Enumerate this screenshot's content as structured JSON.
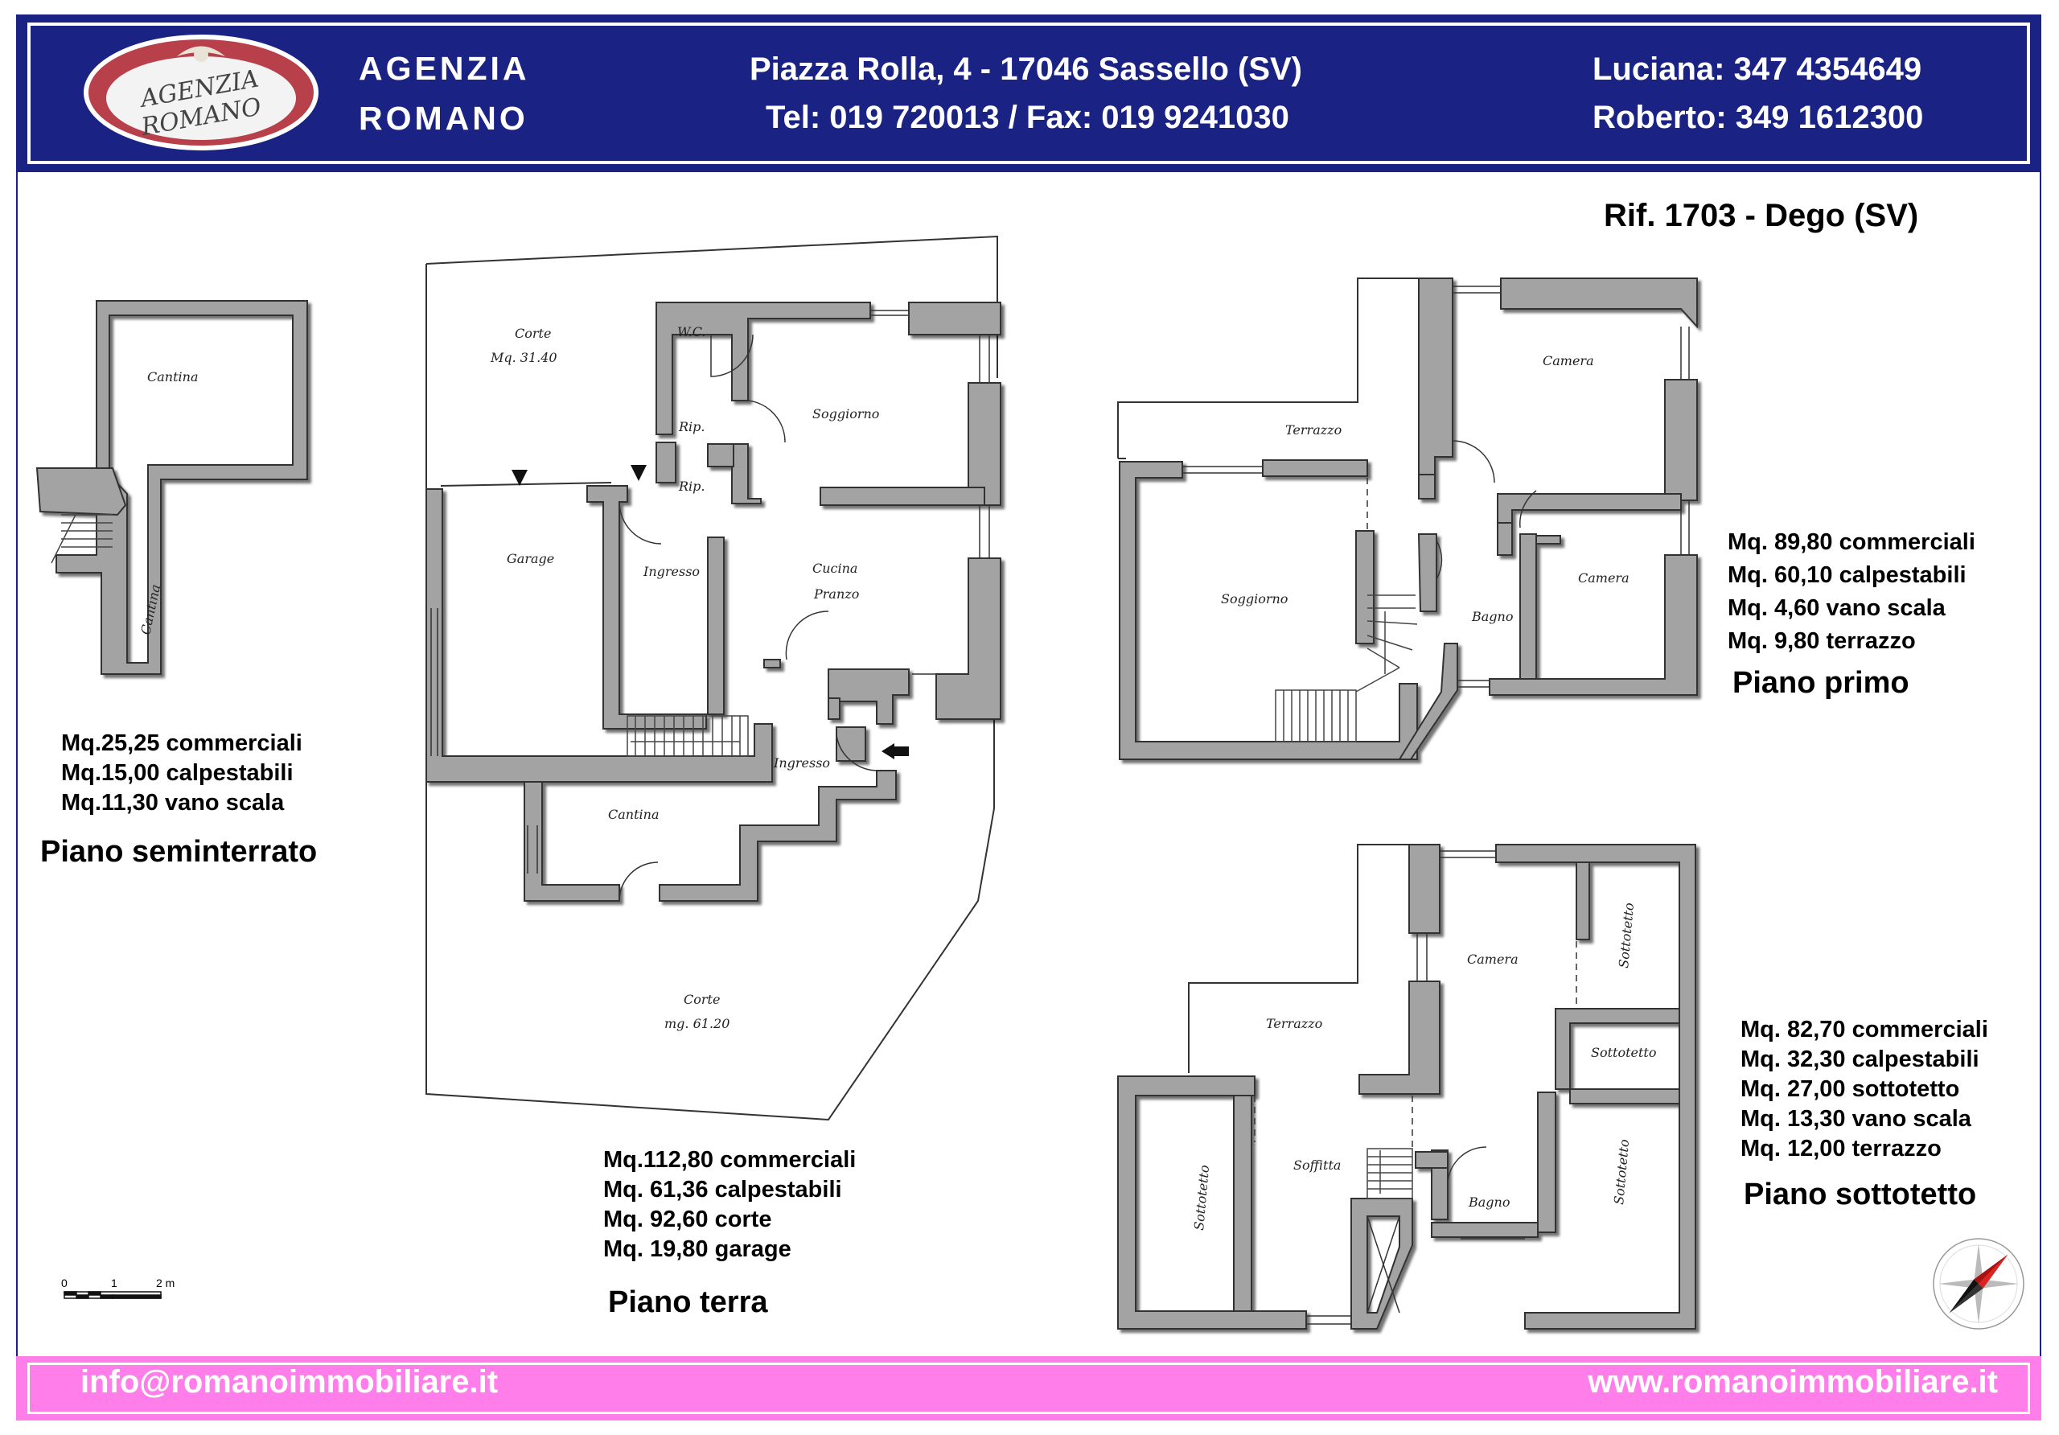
{
  "header": {
    "agency_line1": "AGENZIA",
    "agency_line2": "ROMANO",
    "address": "Piazza Rolla, 4 - 17046 Sassello (SV)",
    "phone_fax": "Tel: 019 720013 / Fax: 019 9241030",
    "contact1": "Luciana: 347 4354649",
    "contact2": "Roberto: 349 1612300",
    "logo_text_top": "AGENZIA",
    "logo_text_bottom": "ROMANO",
    "bg_color": "#1a2383"
  },
  "reference": "Rif. 1703 - Dego (SV)",
  "plans": {
    "seminterrato": {
      "title": "Piano seminterrato",
      "stats": [
        "Mq.25,25 commerciali",
        "Mq.15,00 calpestabili",
        "Mq.11,30 vano scala"
      ],
      "rooms": [
        "Cantina",
        "Cantina"
      ]
    },
    "terra": {
      "title": "Piano terra",
      "stats": [
        "Mq.112,80 commerciali",
        "Mq. 61,36 calpestabili",
        "Mq. 92,60 corte",
        "Mq. 19,80 garage"
      ],
      "rooms": [
        "Corte",
        "Mq. 31.40",
        "W.C.",
        "Rip.",
        "Rip.",
        "Soggiorno",
        "Garage",
        "Ingresso",
        "Cucina",
        "Pranzo",
        "Ingresso",
        "Cantina",
        "Corte",
        "mg. 61.20"
      ]
    },
    "primo": {
      "title": "Piano primo",
      "stats": [
        "Mq. 89,80 commerciali",
        "Mq. 60,10 calpestabili",
        "Mq. 4,60 vano scala",
        "Mq. 9,80 terrazzo"
      ],
      "rooms": [
        "Camera",
        "Terrazzo",
        "Soggiorno",
        "Bagno",
        "Camera"
      ]
    },
    "sottotetto": {
      "title": "Piano sottotetto",
      "stats": [
        "Mq. 82,70 commerciali",
        "Mq. 32,30 calpestabili",
        "Mq. 27,00 sottotetto",
        "Mq. 13,30 vano scala",
        "Mq. 12,00 terrazzo"
      ],
      "rooms": [
        "Camera",
        "Sottotetto",
        "Terrazzo",
        "Sottotetto",
        "Sottotetto",
        "Soffitta",
        "Bagno",
        "Sottotetto"
      ]
    }
  },
  "scale_bar": {
    "labels": [
      "0",
      "1",
      "2 m"
    ]
  },
  "footer": {
    "email": "info@romanoimmobiliare.it",
    "website": "www.romanoimmobiliare.it",
    "bg_color": "#ff7ee9"
  }
}
